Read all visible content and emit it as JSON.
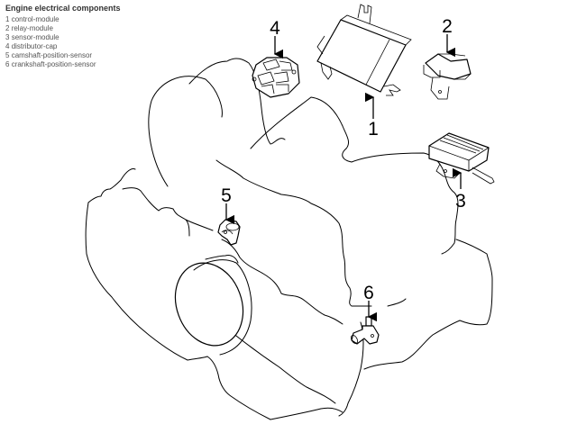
{
  "diagram": {
    "subject": "Engine electrical components",
    "callouts": [
      {
        "number": "1",
        "part": "control-module"
      },
      {
        "number": "2",
        "part": "relay-module"
      },
      {
        "number": "3",
        "part": "sensor-module"
      },
      {
        "number": "4",
        "part": "distributor-cap"
      },
      {
        "number": "5",
        "part": "camshaft-position-sensor"
      },
      {
        "number": "6",
        "part": "crankshaft-position-sensor"
      }
    ]
  },
  "colors": {
    "line": "#000000",
    "background": "#ffffff"
  }
}
